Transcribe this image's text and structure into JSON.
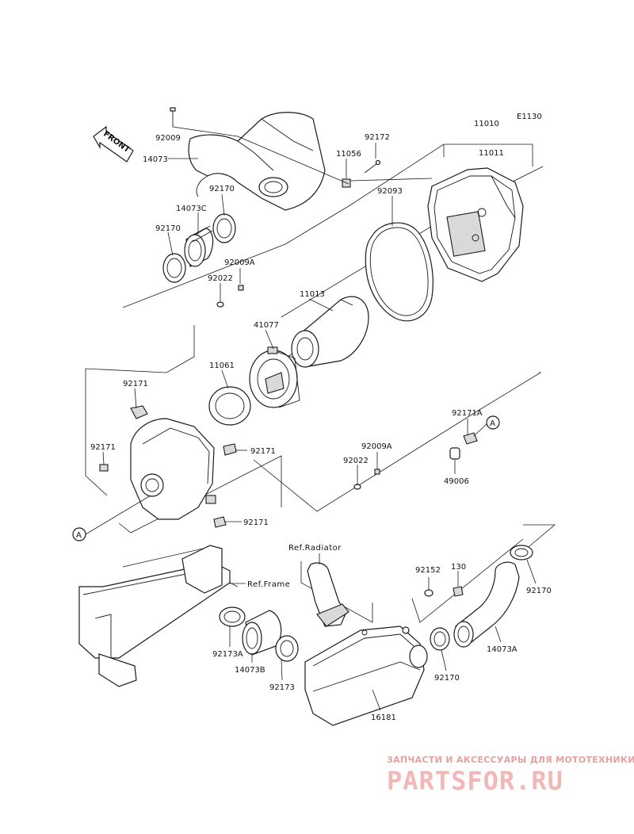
{
  "diagram_code": "E1130",
  "front_label": "FRONT",
  "callouts": {
    "c92009": "92009",
    "c14073": "14073",
    "c92172": "92172",
    "c11056": "11056",
    "c11010": "11010",
    "c11011": "11011",
    "c92170_top": "92170",
    "c14073C": "14073C",
    "c92170_left": "92170",
    "c92009A_top": "92009A",
    "c92022_top": "92022",
    "c92093": "92093",
    "c11013": "11013",
    "c41077": "41077",
    "c11061": "11061",
    "c92171_a": "92171",
    "c92171_b": "92171",
    "c92171_c": "92171",
    "c92171_d": "92171",
    "c92171A": "92171A",
    "c49006": "49006",
    "c92009A_mid": "92009A",
    "c92022_mid": "92022",
    "c92152": "92152",
    "c130": "130",
    "c92170_r1": "92170",
    "c14073A": "14073A",
    "c92170_r2": "92170",
    "c92173A": "92173A",
    "c14073B": "14073B",
    "c92173": "92173",
    "c16181": "16181",
    "ref_radiator": "Ref.Radiator",
    "ref_frame": "Ref.Frame",
    "marker_a": "A"
  },
  "watermark": {
    "tagline": "ЗАПЧАСТИ И АКСЕССУАРЫ ДЛЯ МОТОТЕХНИКИ",
    "logo": "PARTSFOR.RU"
  }
}
